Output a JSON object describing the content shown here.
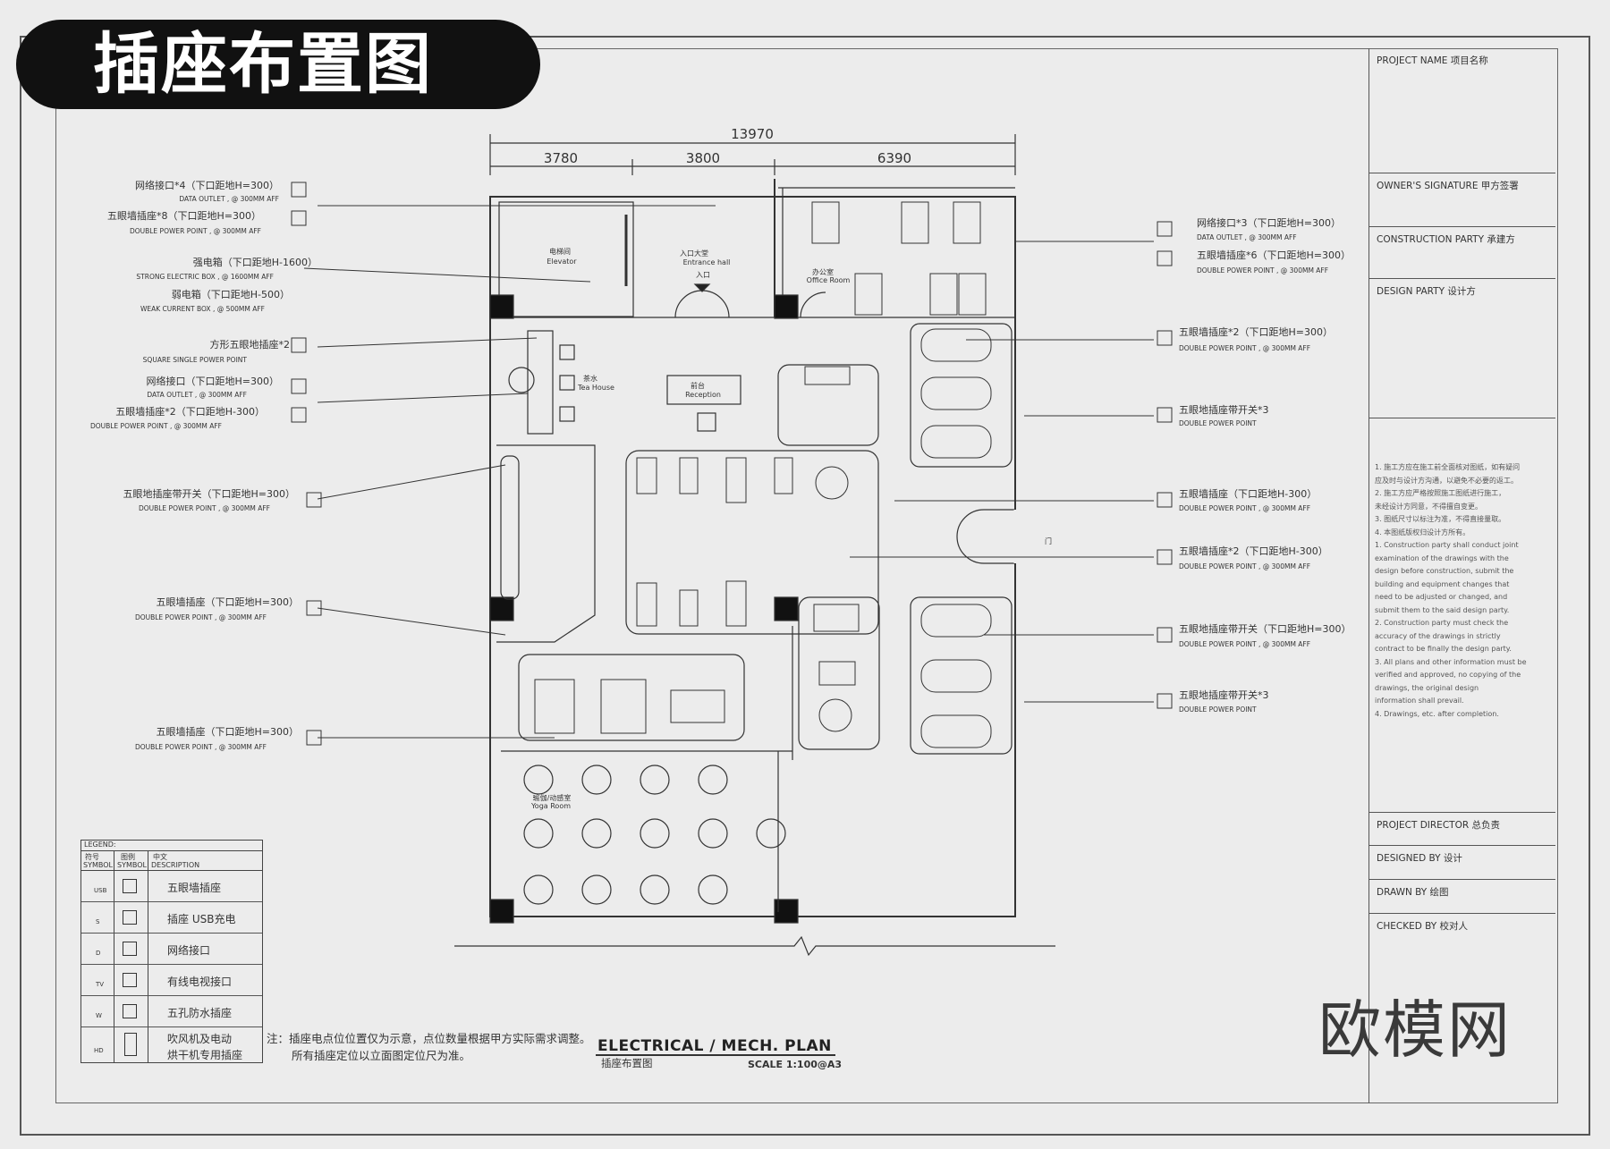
{
  "title": "插座布置图",
  "dimensions": {
    "total": "13970",
    "seg1": "3780",
    "seg2": "3800",
    "seg3": "6390"
  },
  "rooms": {
    "elevator_cn": "电梯间",
    "elevator_en": "Elevator",
    "entrance_cn": "入口大堂",
    "entrance_en": "Entrance hall",
    "entrance_mark": "入口",
    "office_cn": "办公室",
    "office_en": "Office Room",
    "tea_cn": "茶水",
    "tea_en": "Tea House",
    "reception_cn": "前台",
    "reception_en": "Reception",
    "yoga_cn": "瑜伽/动感室",
    "yoga_en": "Yoga Room",
    "door_mark": "门"
  },
  "left_labels": [
    {
      "cn": "网络接口*4（下口距地H=300）",
      "en": "DATA   OUTLET , @ 300MM AFF"
    },
    {
      "cn": "五眼墙插座*8（下口距地H=300）",
      "en": "DOUBLE   POWER POINT , @ 300MM AFF"
    },
    {
      "cn": "强电箱（下口距地H-1600）",
      "en": "STRONG ELECTRIC BOX , @ 1600MM AFF"
    },
    {
      "cn": "弱电箱（下口距地H-500）",
      "en": "WEAK CURRENT BOX , @ 500MM AFF"
    },
    {
      "cn": "方形五眼地插座*2",
      "en": "SQUARE   SINGLE POWER POINT"
    },
    {
      "cn": "网络接口（下口距地H=300）",
      "en": "DATA   OUTLET , @ 300MM AFF"
    },
    {
      "cn": "五眼墙插座*2（下口距地H-300）",
      "en": "DOUBLE   POWER POINT , @ 300MM AFF"
    },
    {
      "cn": "五眼地插座带开关（下口距地H=300）",
      "en": "DOUBLE   POWER POINT , @ 300MM AFF"
    },
    {
      "cn": "五眼墙插座（下口距地H=300）",
      "en": "DOUBLE   POWER POINT , @ 300MM AFF"
    },
    {
      "cn": "五眼墙插座（下口距地H=300）",
      "en": "DOUBLE   POWER POINT , @ 300MM AFF"
    }
  ],
  "right_labels": [
    {
      "cn": "网络接口*3（下口距地H=300）",
      "en": "DATA   OUTLET , @ 300MM AFF"
    },
    {
      "cn": "五眼墙插座*6（下口距地H=300）",
      "en": "DOUBLE   POWER POINT , @ 300MM AFF"
    },
    {
      "cn": "五眼墙插座*2（下口距地H=300）",
      "en": "DOUBLE   POWER POINT , @ 300MM AFF"
    },
    {
      "cn": "五眼地插座带开关*3",
      "en": "DOUBLE   POWER POINT"
    },
    {
      "cn": "五眼墙插座（下口距地H-300）",
      "en": "DOUBLE   POWER POINT , @ 300MM AFF"
    },
    {
      "cn": "五眼墙插座*2（下口距地H-300）",
      "en": "DOUBLE   POWER POINT , @ 300MM AFF"
    },
    {
      "cn": "五眼地插座带开关（下口距地H=300）",
      "en": "DOUBLE   POWER POINT , @ 300MM AFF"
    },
    {
      "cn": "五眼地插座带开关*3",
      "en": "DOUBLE   POWER POINT"
    }
  ],
  "legend": {
    "head": "LEGEND:",
    "col1_cn": "符号",
    "col1_en": "SYMBOL",
    "col2_cn": "图例",
    "col2_en": "SYMBOL",
    "col3_cn": "中文",
    "col3_en": "DESCRIPTION",
    "rows": [
      {
        "tag": "USB",
        "desc": "五眼墙插座"
      },
      {
        "tag": "S",
        "desc": "插座 USB充电"
      },
      {
        "tag": "D",
        "desc": "网络接口"
      },
      {
        "tag": "TV",
        "desc": "有线电视接口"
      },
      {
        "tag": "W",
        "desc": "五孔防水插座"
      },
      {
        "tag": "HD",
        "desc": "吹风机及电动",
        "desc2": "烘干机专用插座"
      }
    ]
  },
  "note": {
    "line1": "注：插座电点位位置仅为示意，点位数量根据甲方实际需求调整。",
    "line2": "所有插座定位以立面图定位尺为准。"
  },
  "plan_title": "ELECTRICAL / MECH. PLAN",
  "plan_subtitle": "插座布置图",
  "plan_scale": "SCALE 1:100@A3",
  "title_block": {
    "project_name": "PROJECT NAME  项目名称",
    "owner_signature": "OWNER'S SIGNATURE  甲方签署",
    "construction_party": "CONSTRUCTION PARTY  承建方",
    "design_party": "DESIGN PARTY  设计方",
    "notes": [
      "1. 施工方应在施工前全面核对图纸，如有疑问",
      "应及时与设计方沟通，以避免不必要的返工。",
      "2. 施工方应严格按照施工图纸进行施工，",
      "未经设计方同意，不得擅自变更。",
      "3. 图纸尺寸以标注为准，不得直接量取。",
      "4. 本图纸版权归设计方所有。",
      "1. Construction party shall conduct joint",
      "examination of the drawings with the",
      "design before construction, submit the",
      "building and equipment changes that",
      "need to be adjusted or changed, and",
      "submit them to the said design party.",
      "2. Construction party must check the",
      "accuracy of the drawings in strictly",
      "contract to be finally the design party.",
      "3. All plans and other information must be",
      "verified and approved, no copying of the",
      "drawings, the original design",
      "information shall prevail.",
      "4. Drawings, etc. after completion."
    ],
    "project_director": "PROJECT DIRECTOR  总负责",
    "designed_by": "DESIGNED BY  设计",
    "drawn_by": "DRAWN BY  绘图",
    "checked_by": "CHECKED BY  校对人"
  },
  "watermark": "欧模网"
}
